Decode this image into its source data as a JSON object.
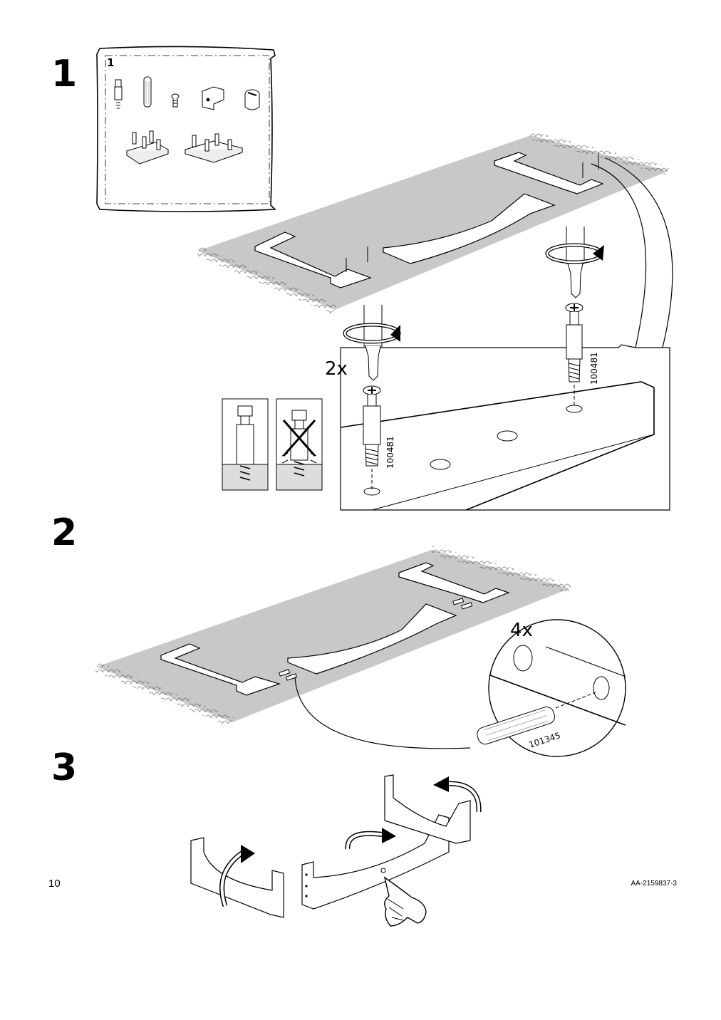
{
  "steps": [
    {
      "number": "1"
    },
    {
      "number": "2"
    },
    {
      "number": "3"
    }
  ],
  "parts_box": {
    "count": "1"
  },
  "callouts": {
    "qty_2x": "2x",
    "qty_4x": "4x",
    "part_id_screw": "100481",
    "part_id_dowel": "101345"
  },
  "icons": [
    "rotate-arrow-icon",
    "screwdriver-icon",
    "wrong-mark-icon",
    "hand-pointer-icon"
  ],
  "footer": {
    "page_number": "10",
    "document_code": "AA-2159837-3"
  }
}
